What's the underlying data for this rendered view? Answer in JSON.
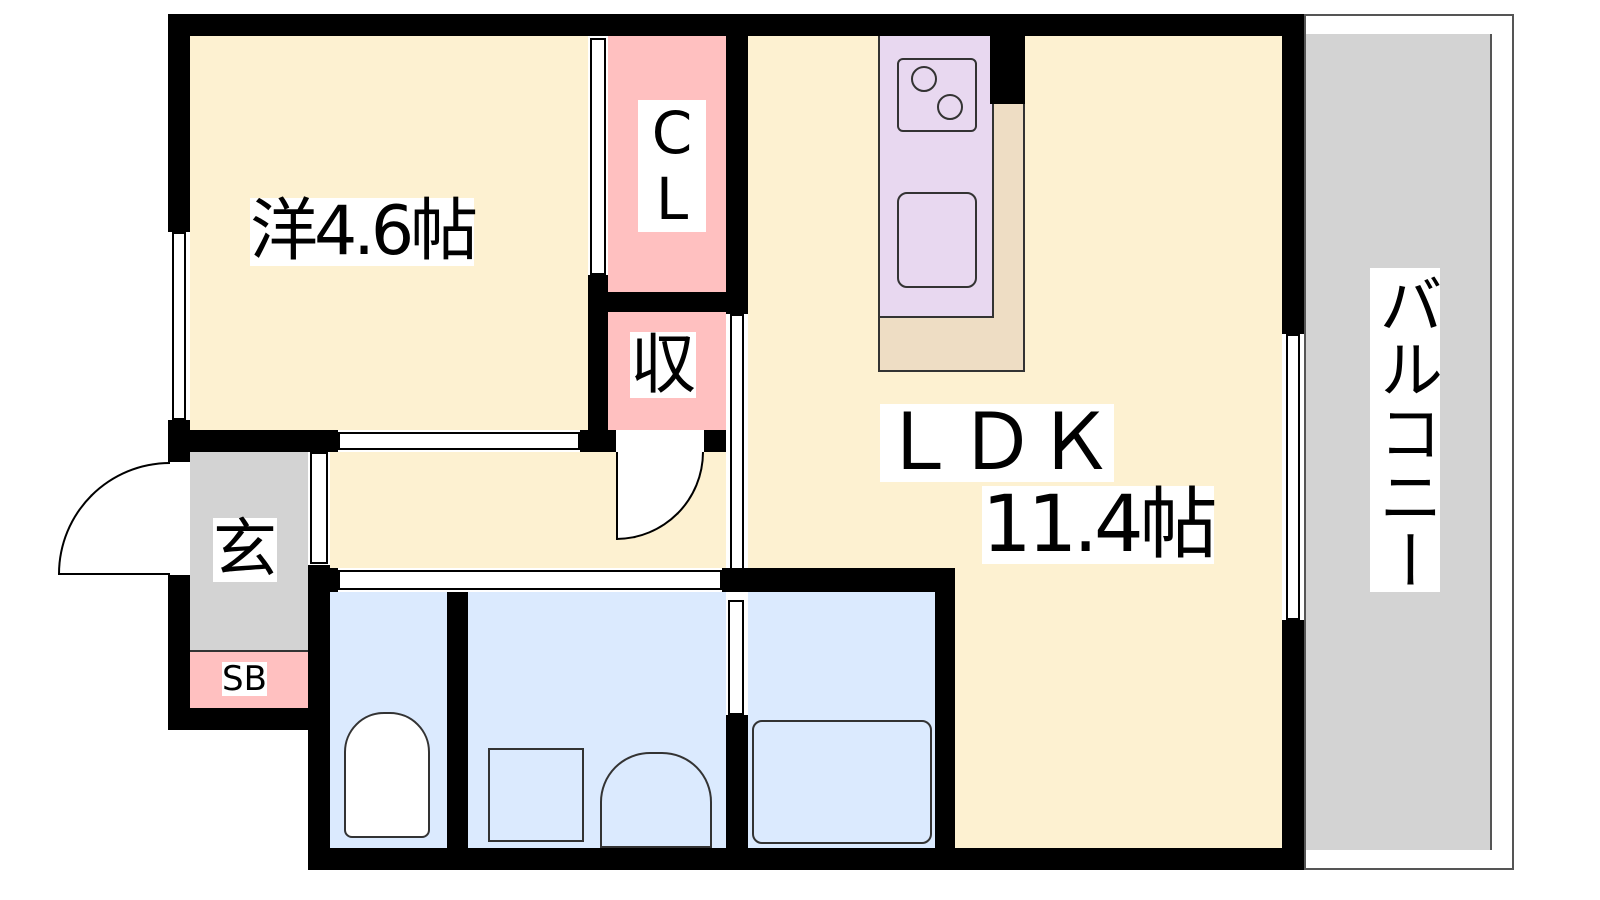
{
  "rooms": {
    "western": "洋4.6帖",
    "closet": "CL",
    "storage": "収",
    "entrance": "玄",
    "shoe_box": "SB",
    "ldk": "ＬＤＫ",
    "ldk_size": "11.4帖",
    "balcony": "バルコニー"
  },
  "colors": {
    "room": "#fdf1d1",
    "storage": "#ffc0c0",
    "wet": "#dbeafe",
    "entrance": "#d3d3d3",
    "kitchen": "#e8d8f0"
  }
}
